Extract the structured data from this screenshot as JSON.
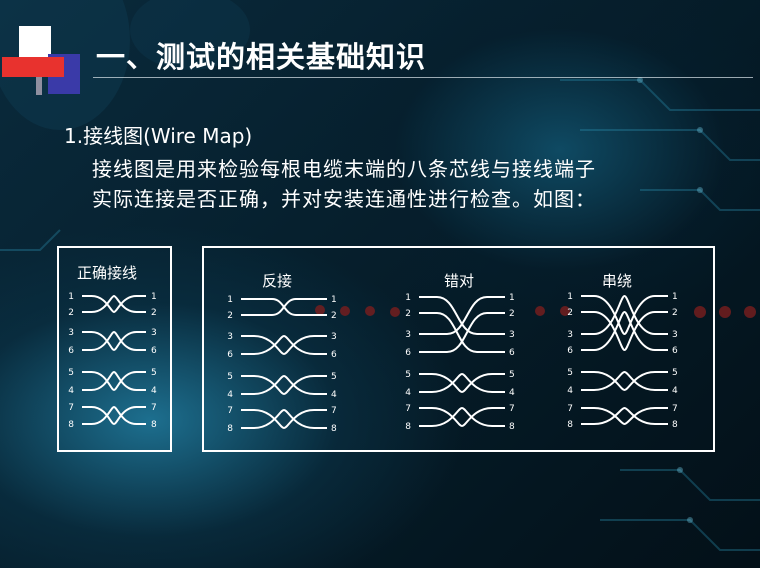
{
  "slide": {
    "title": "一、测试的相关基础知识",
    "subheading": "1.接线图(Wire Map)",
    "paragraph_lines": [
      "接线图是用来检验每根电缆末端的八条芯线与接线端子",
      "实际连接是否正确，并对安装连通性进行检查。如图："
    ]
  },
  "diagrams": {
    "correct": {
      "caption": "正确接线",
      "left_pins": [
        "1",
        "2",
        "3",
        "6",
        "5",
        "4",
        "7",
        "8"
      ],
      "right_pins": [
        "1",
        "2",
        "3",
        "6",
        "5",
        "4",
        "7",
        "8"
      ]
    },
    "reversed": {
      "caption": "反接",
      "left_pins": [
        "1",
        "2",
        "3",
        "6",
        "5",
        "4",
        "7",
        "8"
      ],
      "right_pins": [
        "1",
        "2",
        "3",
        "6",
        "5",
        "4",
        "7",
        "8"
      ]
    },
    "crossed": {
      "caption": "错对",
      "left_pins": [
        "1",
        "2",
        "3",
        "6",
        "5",
        "4",
        "7",
        "8"
      ],
      "right_pins": [
        "1",
        "2",
        "3",
        "6",
        "5",
        "4",
        "7",
        "8"
      ]
    },
    "split": {
      "caption": "串绕",
      "left_pins": [
        "1",
        "2",
        "3",
        "6",
        "5",
        "4",
        "7",
        "8"
      ],
      "right_pins": [
        "1",
        "2",
        "3",
        "6",
        "5",
        "4",
        "7",
        "8"
      ]
    }
  },
  "colors": {
    "title": "#ffffff",
    "accent_red": "#e8322e",
    "accent_blue": "#3a3aa8",
    "wire": "#ffffff"
  }
}
